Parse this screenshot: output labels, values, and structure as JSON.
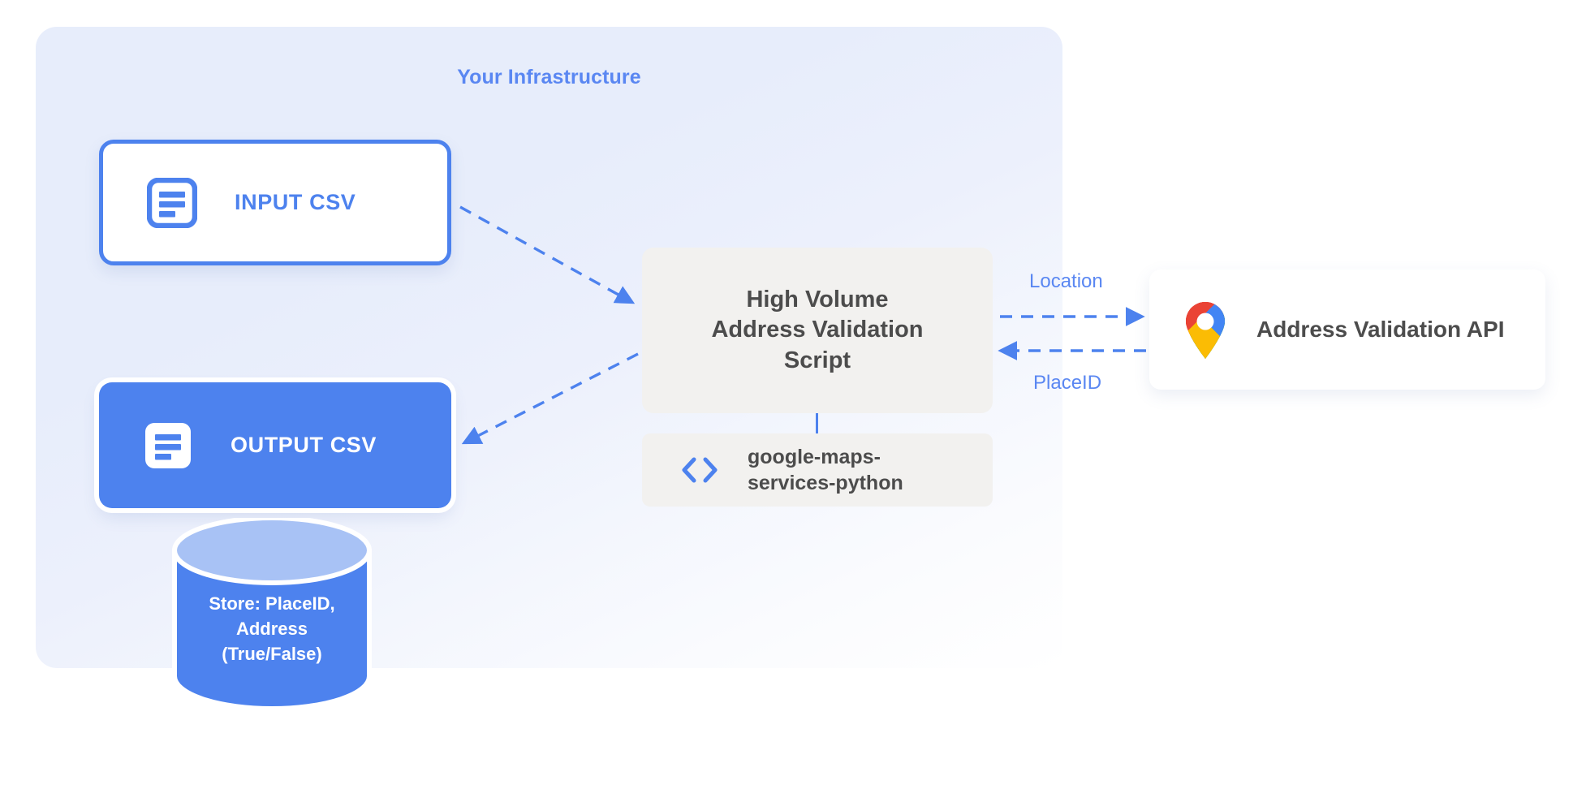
{
  "panel": {
    "title": "Your Infrastructure",
    "title_color": "#5a87f2",
    "background_color": "#e7edfb"
  },
  "nodes": {
    "input_csv": {
      "label": "INPUT CSV",
      "icon": "document-icon",
      "fill": "#ffffff",
      "border_color": "#4d82ee",
      "text_color": "#4d82ee"
    },
    "output_csv": {
      "label": "OUTPUT CSV",
      "icon": "document-icon",
      "fill": "#4d82ee",
      "text_color": "#ffffff"
    },
    "script": {
      "label": "High Volume\nAddress Validation\nScript",
      "fill": "#f2f1ef",
      "text_color": "#4c4c4c"
    },
    "library": {
      "label": "google-maps-\nservices-python",
      "icon": "code-brackets-icon",
      "icon_color": "#4d82ee",
      "fill": "#f2f1ef",
      "text_color": "#4c4c4c"
    },
    "api": {
      "label": "Address Validation API",
      "icon": "google-maps-pin-icon",
      "fill": "#ffffff",
      "text_color": "#4c4c4c"
    },
    "database": {
      "label": "Store: PlaceID,\nAddress\n(True/False)",
      "body_color": "#4d82ee",
      "top_color": "#a8c2f5",
      "text_color": "#ffffff"
    }
  },
  "edges": {
    "input_to_script": {
      "style": "dashed",
      "color": "#4d82ee",
      "direction": "to-script"
    },
    "script_to_output": {
      "style": "dashed",
      "color": "#4d82ee",
      "direction": "to-output"
    },
    "script_to_api": {
      "style": "dashed",
      "color": "#4d82ee",
      "label": "Location"
    },
    "api_to_script": {
      "style": "dashed",
      "color": "#4d82ee",
      "label": "PlaceID"
    },
    "script_to_library": {
      "style": "solid",
      "color": "#4d82ee"
    }
  },
  "icon_colors": {
    "maps_blue": "#4285f4",
    "maps_red": "#ea4335",
    "maps_yellow": "#fbbc04",
    "maps_green": "#34a853",
    "maps_center": "#ffffff"
  }
}
